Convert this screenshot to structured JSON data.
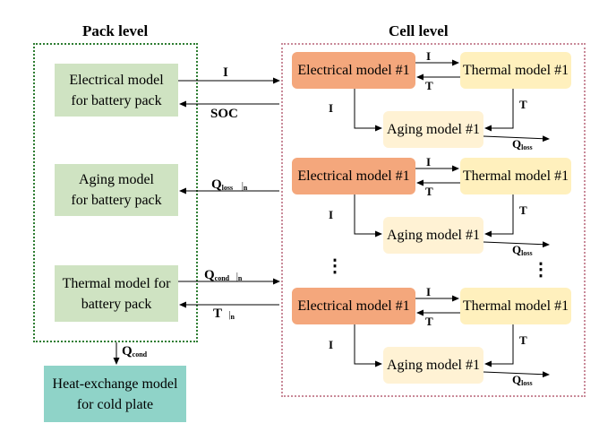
{
  "titles": {
    "pack": "Pack level",
    "cell": "Cell level"
  },
  "colors": {
    "pack_frame": "#2e7d32",
    "cell_frame": "#c98a99",
    "pack_box": "#cfe3c2",
    "heat_box": "#8fd3c8",
    "electrical_cell": "#f4a77c",
    "thermal_cell": "#fff0bd",
    "aging_cell": "#fff2d4"
  },
  "pack": {
    "electrical": "Electrical model\nfor battery pack",
    "aging": "Aging model\nfor battery pack",
    "thermal": "Thermal model for\nbattery pack"
  },
  "heat_exchange": "Heat-exchange model\nfor cold plate",
  "cells": [
    {
      "electrical": "Electrical model #1",
      "thermal": "Thermal model #1",
      "aging": "Aging model #1"
    },
    {
      "electrical": "Electrical model #1",
      "thermal": "Thermal model #1",
      "aging": "Aging model #1"
    },
    {
      "electrical": "Electrical model #1",
      "thermal": "Thermal model #1",
      "aging": "Aging model #1"
    }
  ],
  "labels": {
    "current": "I",
    "temperature": "T",
    "soc": "SOC",
    "q": "Q",
    "loss_sub": "loss",
    "cond_sub": "cond",
    "n_sub": "n",
    "separator": "|",
    "ellipsis": "⋮"
  }
}
